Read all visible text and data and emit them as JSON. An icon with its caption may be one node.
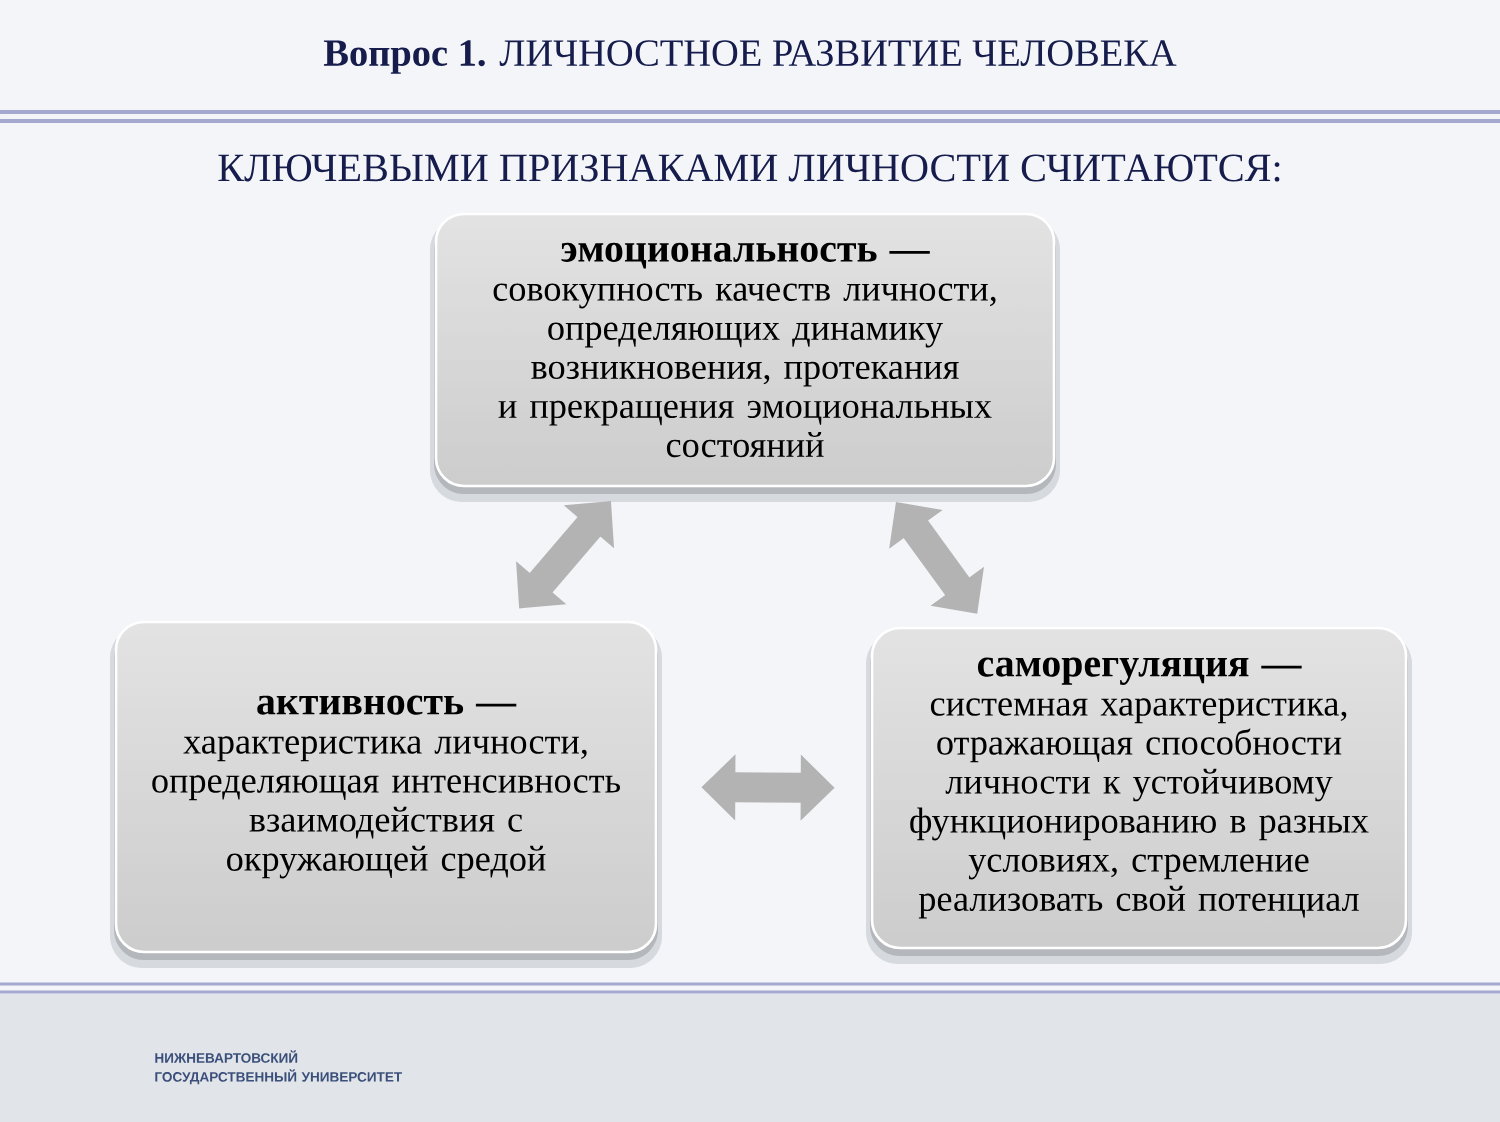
{
  "diagram": {
    "title": "**Вопрос 1.** ЛИЧНОСТНОЕ РАЗВИТИЕ ЧЕЛОВЕКА",
    "nodes": [
      {
        "text": [
          "эмоциональность —",
          "совокупность качеств личности, определяющих динамику возникновения, протекания и прекращения эмоциональных состояний"
        ]
      },
      {
        "text": [
          "активность —",
          "характеристика личности, определяющая интенсивность взаимодействия с окружающей средой"
        ]
      },
      {
        "text": [
          "саморегуляция —",
          "системная характеристика, отражающая способности личности к устойчивому функционированию в разных условиях, стремление реализовать свой потенциал"
        ]
      }
    ],
    "edges": [
      {
        "from": 0,
        "to": 1,
        "arrow": "both"
      },
      {
        "from": 0,
        "to": 2,
        "arrow": "both"
      },
      {
        "from": 1,
        "to": 2,
        "arrow": "both"
      }
    ],
    "labels": [
      "КЛЮЧЕВЫМИ ПРИЗНАКАМИ ЛИЧНОСТИ СЧИТАЮТСЯ:",
      "НИЖНЕВАРТОВСКИЙ ГОСУДАРСТВЕННЫЙ УНИВЕРСИТЕТ"
    ]
  }
}
